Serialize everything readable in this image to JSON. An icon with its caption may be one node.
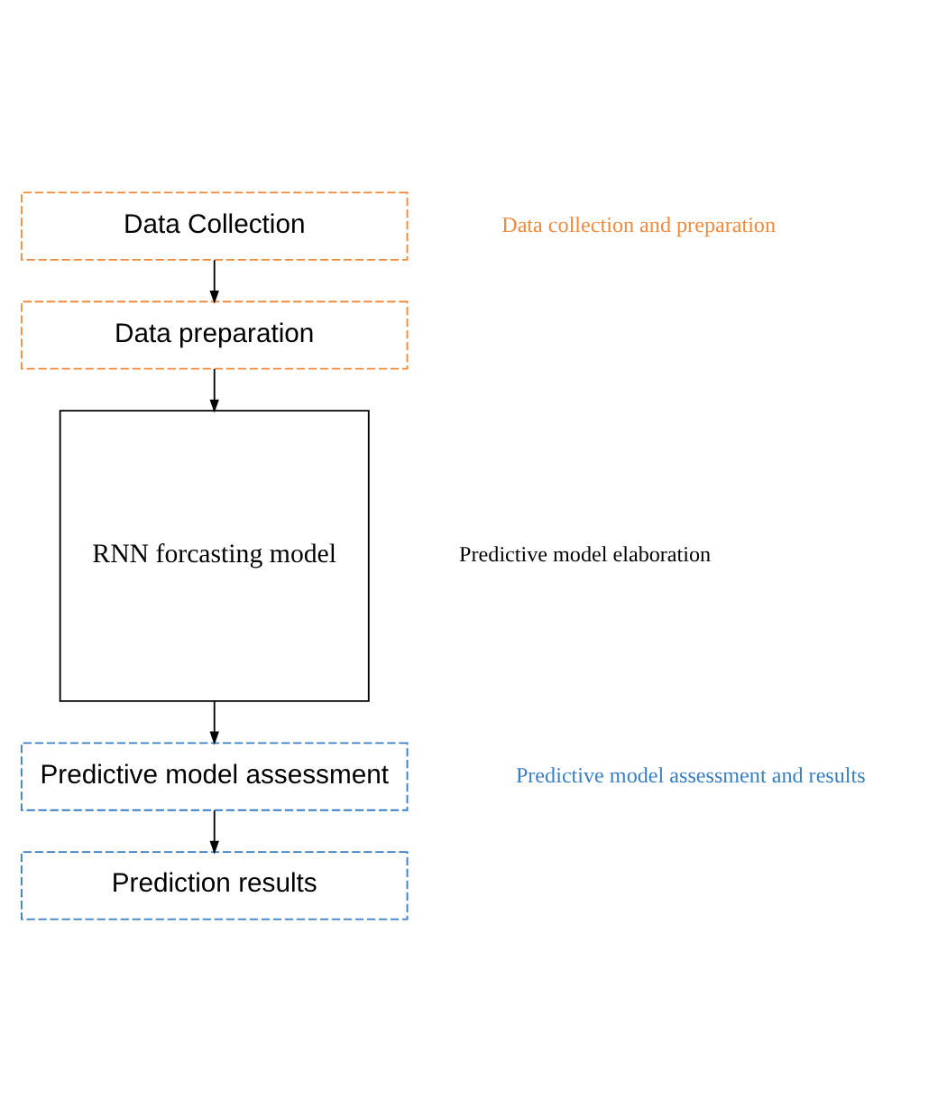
{
  "diagram": {
    "nodes": [
      {
        "text": [
          "Data Collection"
        ]
      },
      {
        "text": [
          "Data preparation"
        ]
      },
      {
        "text": [
          "RNN forcasting model"
        ]
      },
      {
        "text": [
          "Predictive model assessment"
        ]
      },
      {
        "text": [
          "Prediction results"
        ]
      }
    ],
    "edges": [
      {
        "from": 0,
        "to": 1,
        "arrow": "to"
      },
      {
        "from": 1,
        "to": 2,
        "arrow": "to"
      },
      {
        "from": 2,
        "to": 3,
        "arrow": "to"
      },
      {
        "from": 3,
        "to": 4,
        "arrow": "to"
      }
    ],
    "labels": [
      "Data collection and preparation",
      "Predictive model elaboration",
      "Predictive model assessment and results"
    ]
  }
}
